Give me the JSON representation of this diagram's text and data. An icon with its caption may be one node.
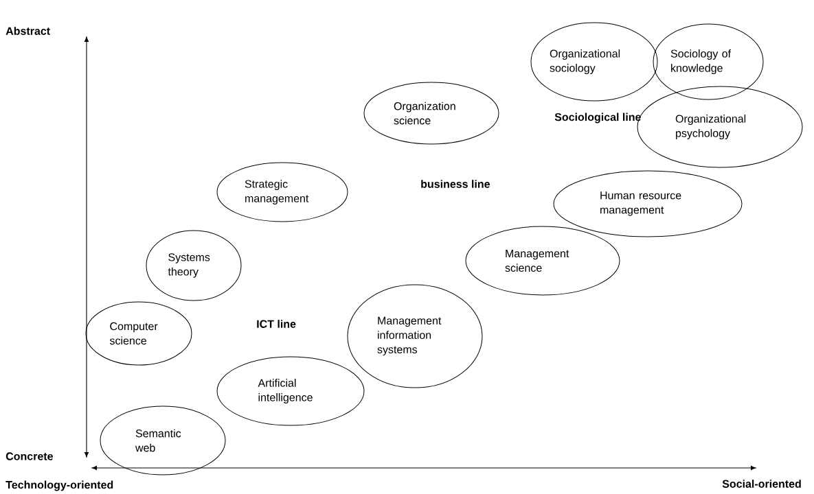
{
  "diagram": {
    "nodes": [
      {
        "text": [
          "Organizational sociology"
        ]
      },
      {
        "text": [
          "Sociology of knowledge"
        ]
      },
      {
        "text": [
          "Organization science"
        ]
      },
      {
        "text": [
          "Organizational psychology"
        ]
      },
      {
        "text": [
          "Strategic management"
        ]
      },
      {
        "text": [
          "Human resource management"
        ]
      },
      {
        "text": [
          "Systems theory"
        ]
      },
      {
        "text": [
          "Management science"
        ]
      },
      {
        "text": [
          "Computer science"
        ]
      },
      {
        "text": [
          "Management information systems"
        ]
      },
      {
        "text": [
          "Artificial intelligence"
        ]
      },
      {
        "text": [
          "Semantic web"
        ]
      }
    ],
    "labels": [
      "Abstract",
      "Sociological line",
      "business line",
      "ICT line",
      "Concrete",
      "Technology-oriented",
      "Social-oriented"
    ]
  }
}
